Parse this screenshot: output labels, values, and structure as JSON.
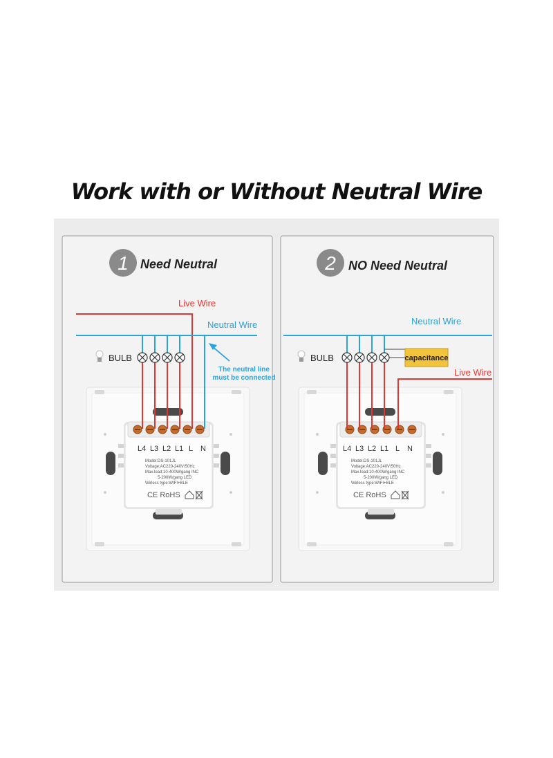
{
  "title": "Work with or Without Neutral Wire",
  "panel_left": {
    "step_number": "1",
    "heading": "Need Neutral",
    "live_wire_label": "Live Wire",
    "neutral_wire_label": "Neutral Wire",
    "bulb_label": "BULB",
    "note_line1": "The neutral line",
    "note_line2": "must be connected"
  },
  "panel_right": {
    "step_number": "2",
    "heading": "NO Need Neutral",
    "neutral_wire_label": "Neutral Wire",
    "live_wire_label": "Live Wire",
    "bulb_label": "BULB",
    "capacitance_label": "capacitance"
  },
  "switch_module": {
    "terminals": [
      "L4",
      "L3",
      "L2",
      "L1",
      "L",
      "N"
    ],
    "model": "Model:DS-101JL",
    "voltage": "Voltage:AC220-240V/50Hz",
    "max_load_1": "Max.load:10-400W/gang  INC",
    "max_load_2": "5-200W/gang  LED",
    "wireless": "Wirless type:WIFI+BLE",
    "cert_marks": "CE RoHS"
  },
  "colors": {
    "live_wire": "#e8342f",
    "neutral_wire": "#29a3dc",
    "capacitance_box": "#f2c33c",
    "panel_bg": "#ececec",
    "switch_plate": "#f7f7f7"
  },
  "icons": [
    "bulb-icon",
    "lamp-x-icon",
    "arrow-icon",
    "ce-mark",
    "rohs-mark",
    "house-icon",
    "weee-icon"
  ]
}
